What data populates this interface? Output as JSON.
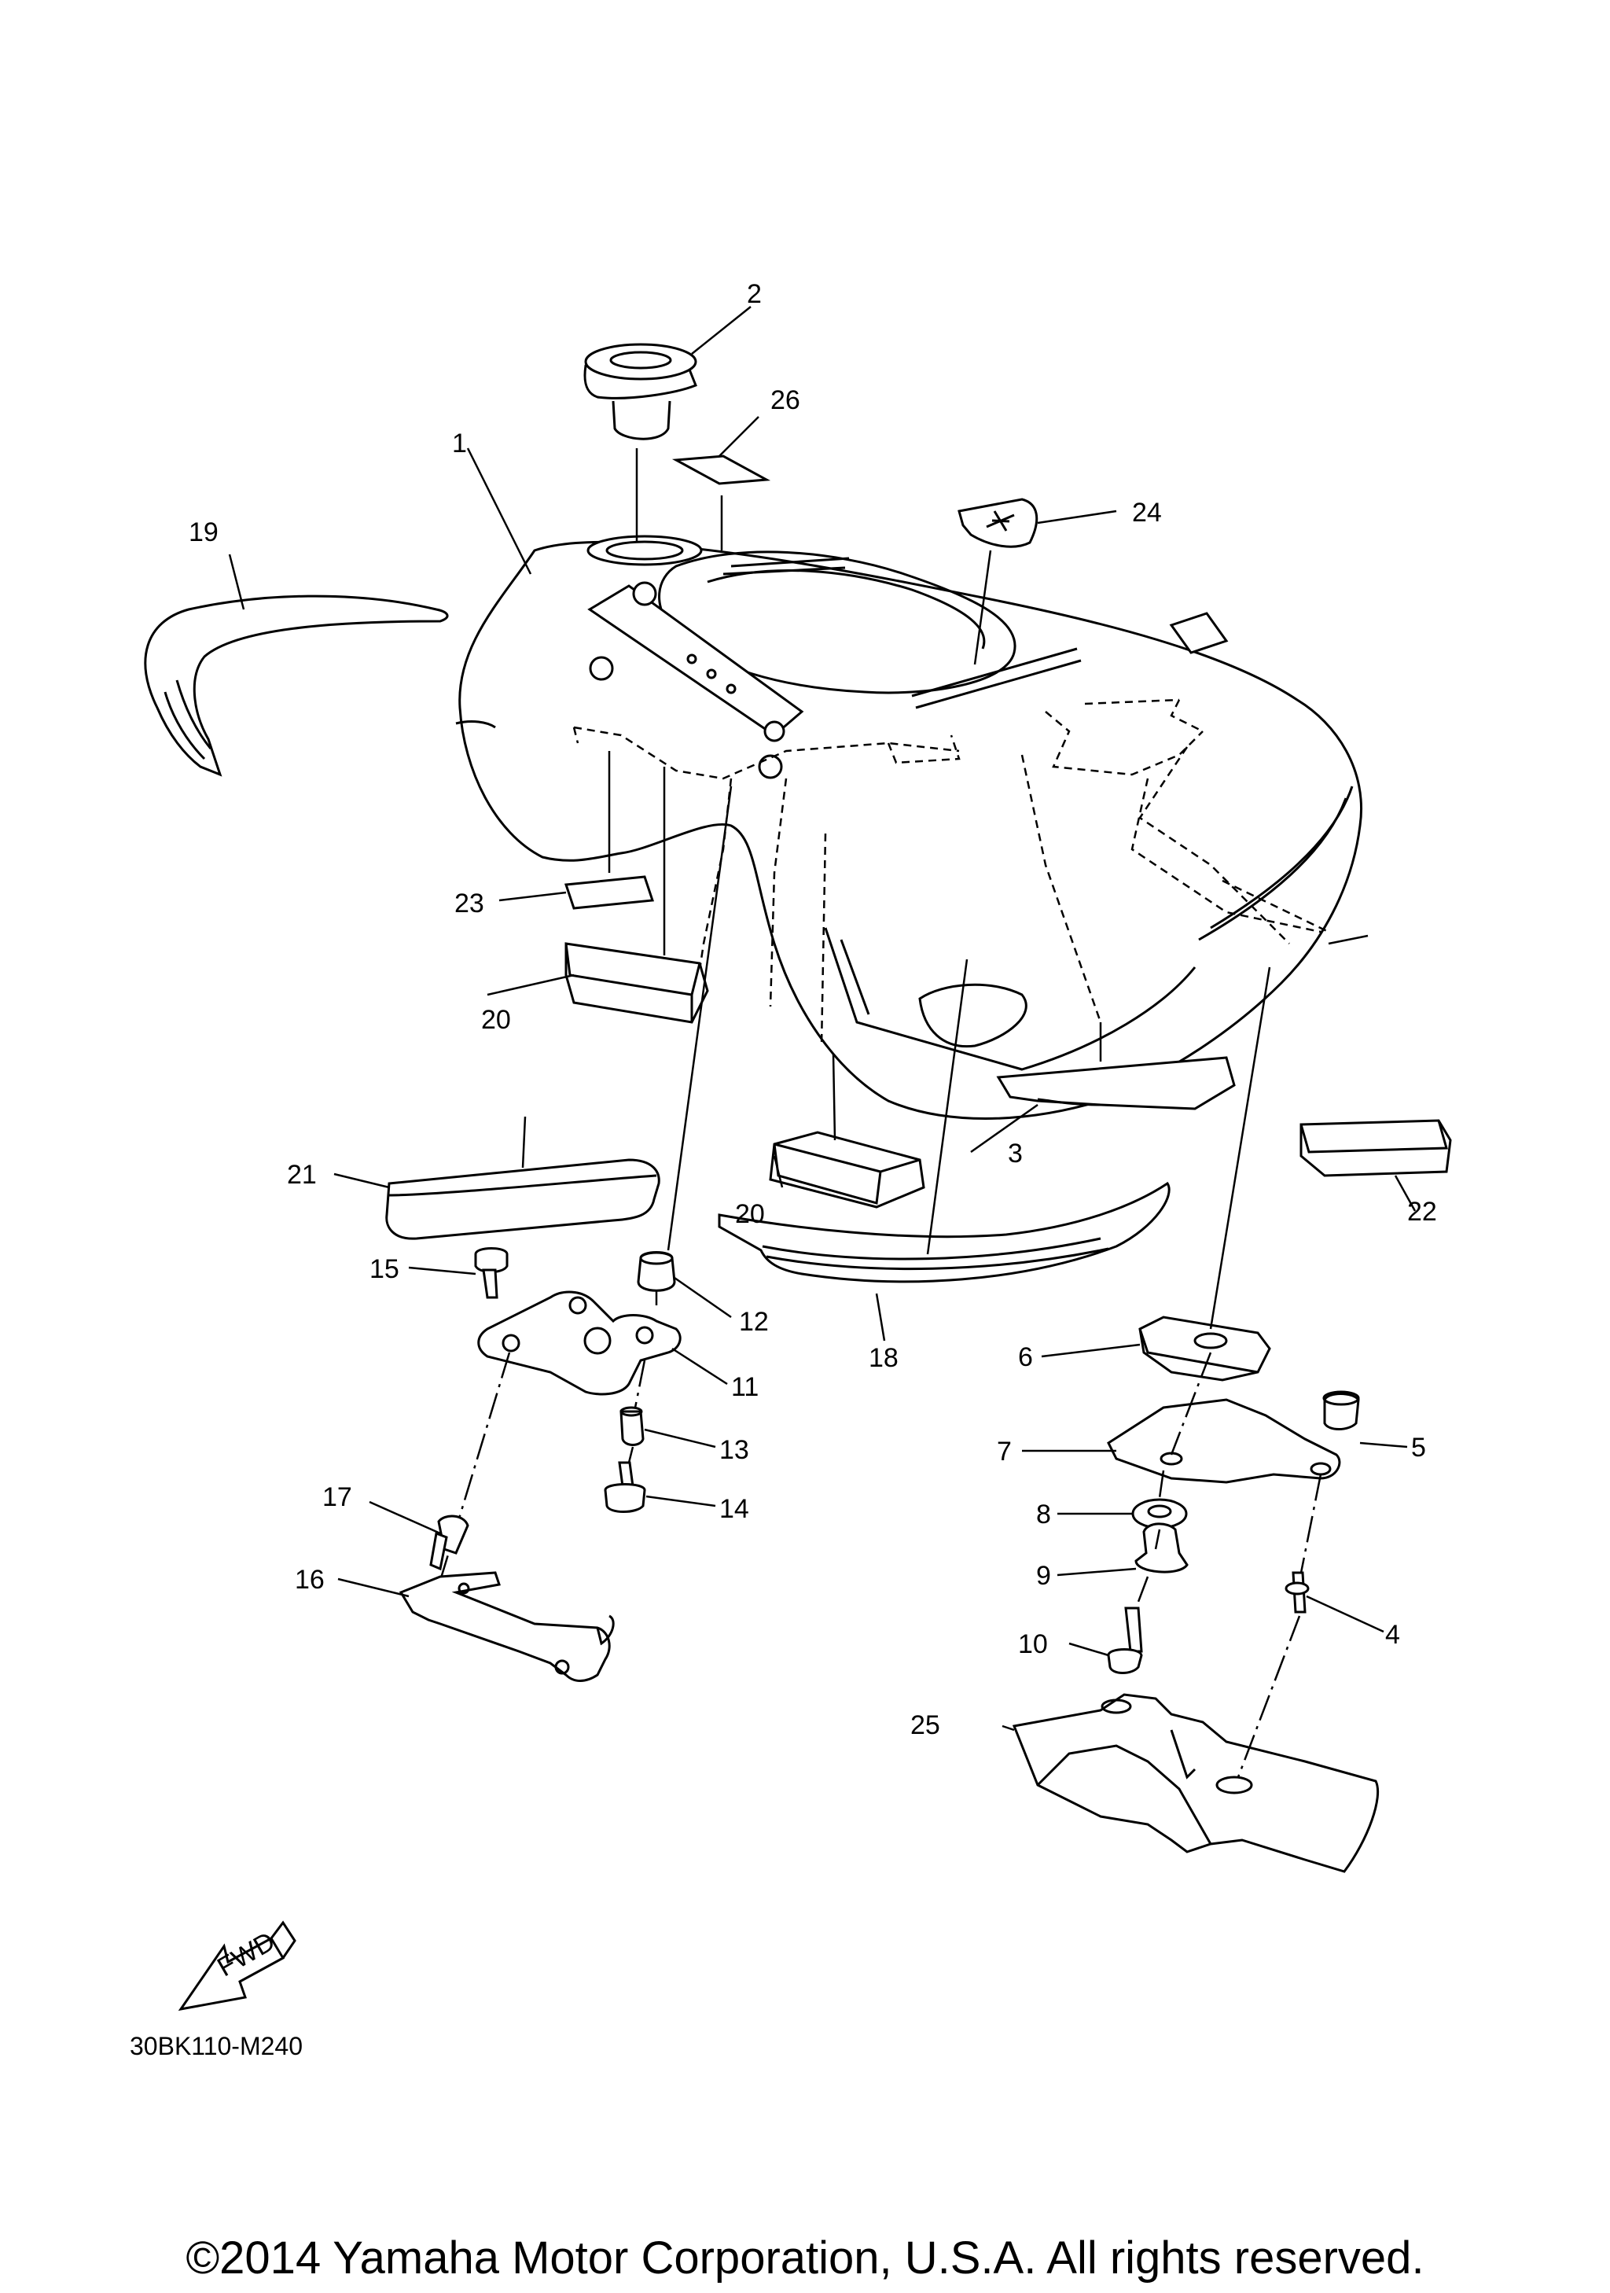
{
  "diagram": {
    "ref_code": "30BK110-M240",
    "fwd_label": "FWD",
    "copyright": "©2014 Yamaha Motor Corporation, U.S.A. All rights reserved.",
    "callouts": [
      {
        "key": "c1",
        "label": "1"
      },
      {
        "key": "c2",
        "label": "2"
      },
      {
        "key": "c3",
        "label": "3"
      },
      {
        "key": "c4",
        "label": "4"
      },
      {
        "key": "c5",
        "label": "5"
      },
      {
        "key": "c6",
        "label": "6"
      },
      {
        "key": "c7",
        "label": "7"
      },
      {
        "key": "c8",
        "label": "8"
      },
      {
        "key": "c9",
        "label": "9"
      },
      {
        "key": "c10",
        "label": "10"
      },
      {
        "key": "c11",
        "label": "11"
      },
      {
        "key": "c12",
        "label": "12"
      },
      {
        "key": "c13",
        "label": "13"
      },
      {
        "key": "c14",
        "label": "14"
      },
      {
        "key": "c15",
        "label": "15"
      },
      {
        "key": "c16",
        "label": "16"
      },
      {
        "key": "c17",
        "label": "17"
      },
      {
        "key": "c18",
        "label": "18"
      },
      {
        "key": "c19",
        "label": "19"
      },
      {
        "key": "c20a",
        "label": "20"
      },
      {
        "key": "c20b",
        "label": "20"
      },
      {
        "key": "c21",
        "label": "21"
      },
      {
        "key": "c22",
        "label": "22"
      },
      {
        "key": "c23",
        "label": "23"
      },
      {
        "key": "c24",
        "label": "24"
      },
      {
        "key": "c25",
        "label": "25"
      },
      {
        "key": "c26",
        "label": "26"
      }
    ]
  }
}
